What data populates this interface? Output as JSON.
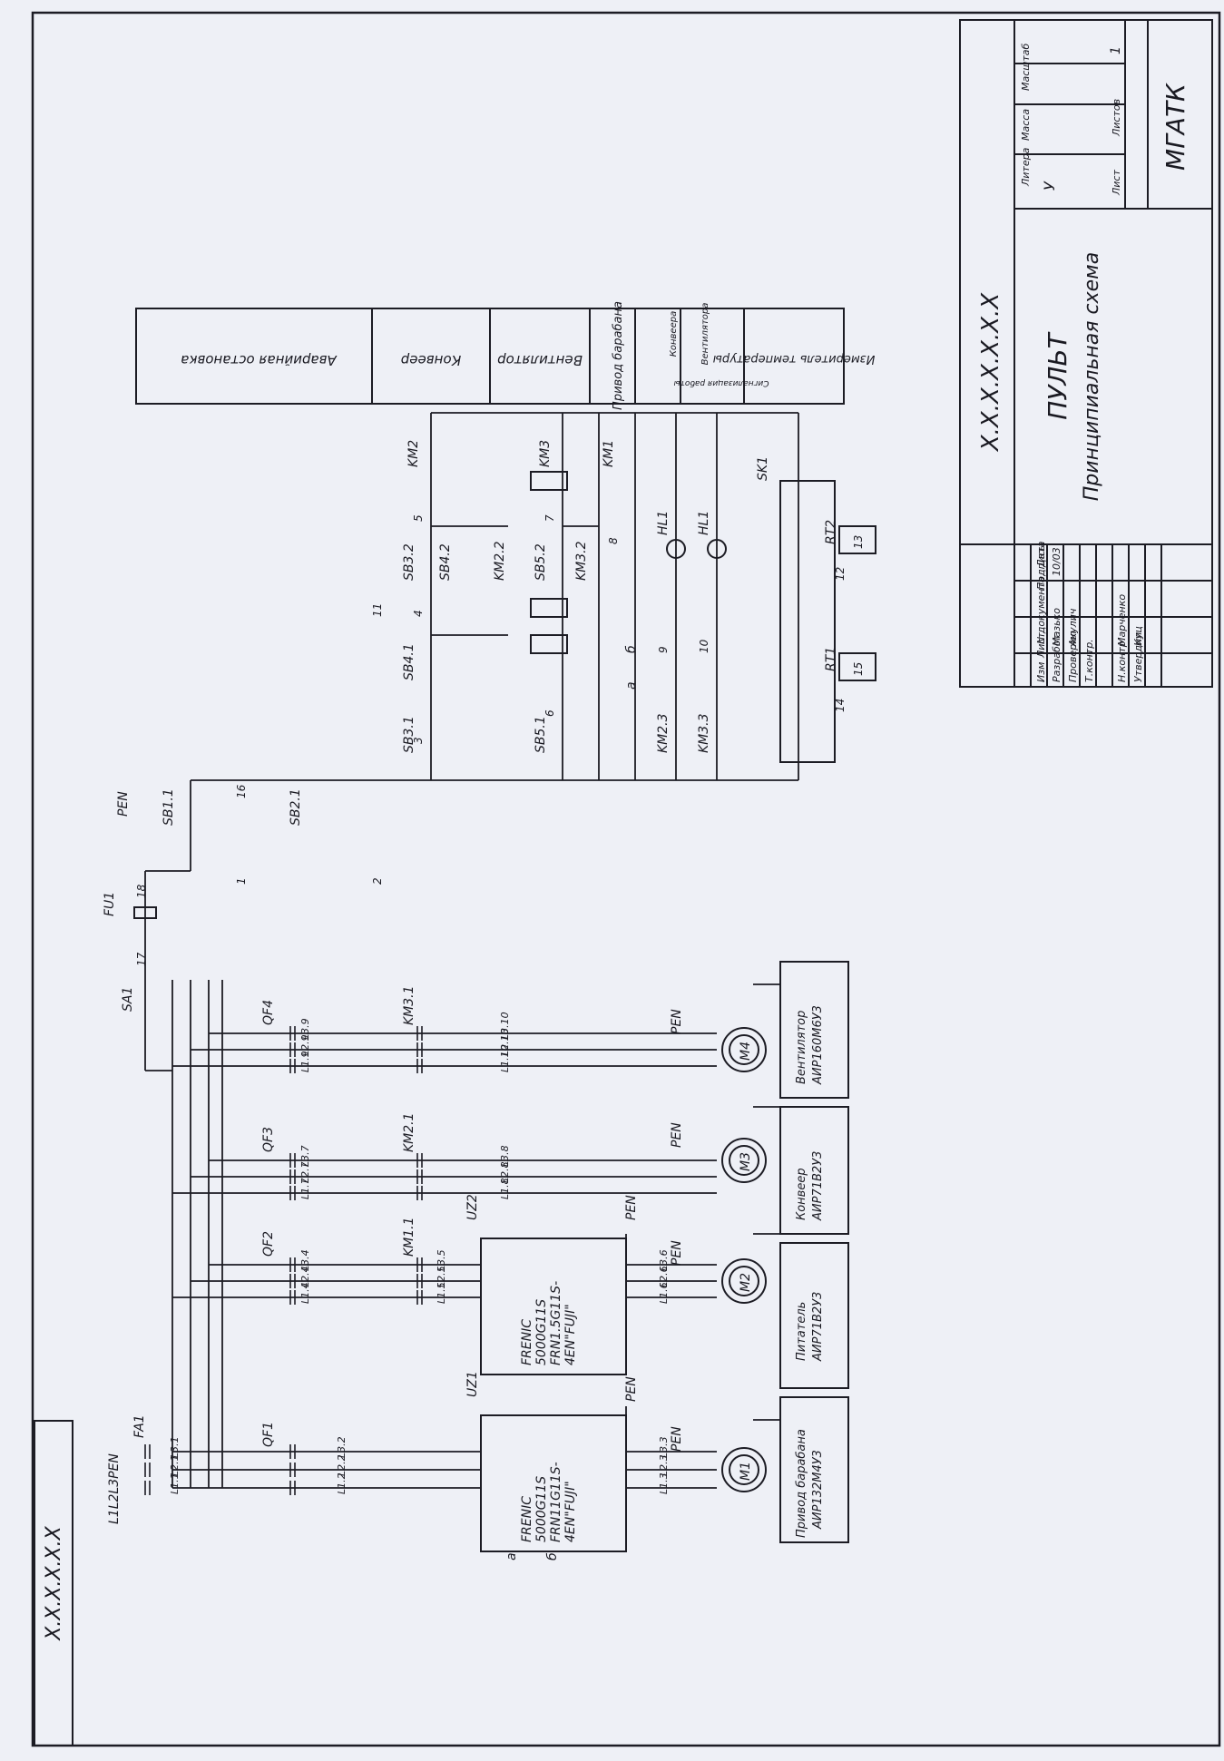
{
  "colors": {
    "paper": "#eef0f6",
    "ink": "#1c1c24"
  },
  "doc_code_side": "X.X.X.X.X.X",
  "doc_code_title": "X.X.X.X.X.X.X",
  "title": {
    "name": "ПУЛЬТ",
    "subtitle": "Принципиальная схема",
    "org": "МГАТК"
  },
  "stamp_head": {
    "litera": "Литера",
    "massa": "Масса",
    "masshtab": "Масштаб",
    "litera_val": "У",
    "list": "Лист",
    "listov": "Листов",
    "listov_val": "1"
  },
  "stamp_cols": {
    "izm": "Изм",
    "list": "Лист",
    "ndoc": "N документа",
    "podpis": "Подпись",
    "data": "Дата"
  },
  "stamp_rows": [
    {
      "role": "Разработ.",
      "name": "Мазько",
      "date": "10/03"
    },
    {
      "role": "Проверил",
      "name": "Акулич",
      "date": ""
    },
    {
      "role": "Т.контр.",
      "name": "",
      "date": ""
    },
    {
      "role": "",
      "name": "",
      "date": ""
    },
    {
      "role": "Н.контр.",
      "name": "Марченко",
      "date": ""
    },
    {
      "role": "Утвердил",
      "name": "Куц",
      "date": ""
    }
  ],
  "function_blocks": [
    "Аварийная остановка",
    "Конвеер",
    "Вентилятор",
    "Привод барабана",
    "Конвеера",
    "Вентилятора",
    "Сигнализация работы",
    "Измеритель температуры"
  ],
  "motor_captions": [
    {
      "line1": "Привод барабана",
      "line2": "АИР132М4У3"
    },
    {
      "line1": "Питатель",
      "line2": "АИР71В2У3"
    },
    {
      "line1": "Конвеер",
      "line2": "АИР71В2У3"
    },
    {
      "line1": "Вентилятор",
      "line2": "АИР160М6У3"
    }
  ],
  "inverter_text": [
    "FRENIC",
    "5000G11S",
    "FRN11G11S-",
    "4EN\"FUJI\""
  ],
  "inverter_text_2": [
    "FRENIC",
    "5000G11S",
    "FRN1.5G11S-",
    "4EN\"FUJI\""
  ],
  "labels": {
    "supply": "L1L2L3PEN",
    "fa1": "FA1",
    "qf1": "QF1",
    "qf2": "QF2",
    "qf3": "QF3",
    "qf4": "QF4",
    "uz1": "UZ1",
    "uz2": "UZ2",
    "km11": "KM1.1",
    "km21": "KM2.1",
    "km31": "KM3.1",
    "m1": "M1",
    "m2": "M2",
    "m3": "M3",
    "m4": "M4",
    "pen": "PEN",
    "sa1": "SA1",
    "fu1": "FU1",
    "sb11": "SB1.1",
    "sb21": "SB2.1",
    "sb31": "SB3.1",
    "sb41": "SB4.1",
    "sb32": "SB3.2",
    "sb42": "SB4.2",
    "sb51": "SB5.1",
    "sb52": "SB5.2",
    "km22": "KM2.2",
    "km32": "KM3.2",
    "km23": "KM2.3",
    "km33": "KM3.3",
    "km1": "KM1",
    "km2": "KM2",
    "km3": "KM3",
    "hl1": "HL1",
    "sk1": "SK1",
    "rt1": "RT1",
    "rt2": "RT2",
    "a": "а",
    "b": "б"
  },
  "wire_numbers": [
    "1",
    "2",
    "3",
    "4",
    "5",
    "6",
    "7",
    "8",
    "9",
    "10",
    "11",
    "12",
    "13",
    "14",
    "15",
    "16",
    "17",
    "18"
  ],
  "wire_tags_m1": [
    "L1.1",
    "L2.1",
    "L3.1",
    "L1.2",
    "L2.2",
    "L3.2",
    "L1.3",
    "L2.3",
    "L3.3"
  ],
  "wire_tags_m2": [
    "L1.4",
    "L2.4",
    "L3.4",
    "L1.5",
    "L2.5",
    "L3.5",
    "L1.6",
    "L2.6",
    "L3.6"
  ],
  "wire_tags_m3": [
    "L1.7",
    "L2.7",
    "L3.7",
    "L1.8",
    "L2.8",
    "L3.8"
  ],
  "wire_tags_m4": [
    "L1.9",
    "L2.9",
    "L3.9",
    "L1.10",
    "L2.10",
    "L3.10"
  ]
}
